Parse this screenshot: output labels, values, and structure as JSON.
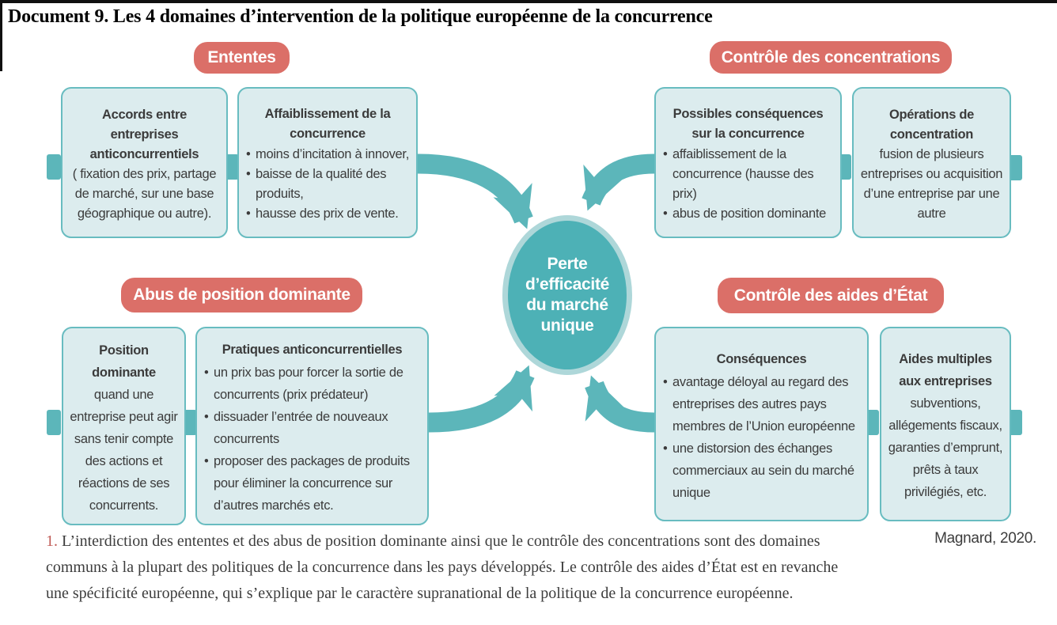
{
  "title": "Document 9. Les 4 domaines d’intervention de la politique européenne de la concurrence",
  "colors": {
    "badge": "#db6f68",
    "teal_arrow": "#5cb6ba",
    "box_fill": "#dcecee",
    "box_border": "#68bcc0",
    "ellipse_fill": "#4db1b6",
    "ellipse_ring": "#aed7d9",
    "body_text": "#3b3b3b",
    "note_number": "#c05a55"
  },
  "center": {
    "label": "Perte d’efficacité du marché unique"
  },
  "sections": {
    "ententes": {
      "badge": "Ententes",
      "box1": {
        "heading": "Accords entre entreprises anticoncurrentiels",
        "body": "( fixation des prix, partage de marché, sur une base géographique ou autre)."
      },
      "box2": {
        "heading": "Affaiblissement de la concurrence",
        "bullets": [
          "moins d’incitation à innover,",
          "baisse de la qualité des produits,",
          "hausse des prix de vente."
        ]
      }
    },
    "concentrations": {
      "badge": "Contrôle des concentrations",
      "box1": {
        "heading": "Possibles conséquences sur la concurrence",
        "bullets": [
          "affaiblissement de la concurrence (hausse des prix)",
          "abus de position dominante"
        ]
      },
      "box2": {
        "heading": "Opérations de concentration",
        "body": "fusion de plusieurs entreprises ou acquisition d’une entreprise par une autre"
      }
    },
    "abus": {
      "badge": "Abus de position dominante",
      "box1": {
        "heading": "Position dominante",
        "body": "quand une entreprise peut agir sans tenir compte des actions et réactions de ses concurrents."
      },
      "box2": {
        "heading": "Pratiques anticoncurrentielles",
        "bullets": [
          "un prix bas pour forcer la sortie de concurrents (prix prédateur)",
          "dissuader l’entrée de nouveaux concurrents",
          "proposer des packages de produits pour éliminer la concurrence sur d’autres marchés etc."
        ]
      }
    },
    "aides": {
      "badge": "Contrôle des aides d’État",
      "box1": {
        "heading": "Conséquences",
        "bullets": [
          "avantage déloyal au regard des entreprises des autres pays membres de l’Union européenne",
          "une distorsion des échanges commerciaux au sein du marché unique"
        ]
      },
      "box2": {
        "heading": "Aides multiples aux entreprises",
        "body": "subventions, allégements fiscaux, garanties d’emprunt, prêts à taux privilégiés, etc."
      }
    }
  },
  "note": {
    "number": "1.",
    "line1": "L’interdiction des ententes et des abus de position dominante ainsi que le contrôle des concentrations sont des domaines",
    "line2": "communs à la plupart des politiques de la concurrence dans les pays développés. Le contrôle des aides d’État est en revanche",
    "line3": "une spécificité européenne, qui s’explique par le caractère supranational de la politique de la concurrence européenne.",
    "source": "Magnard, 2020."
  }
}
